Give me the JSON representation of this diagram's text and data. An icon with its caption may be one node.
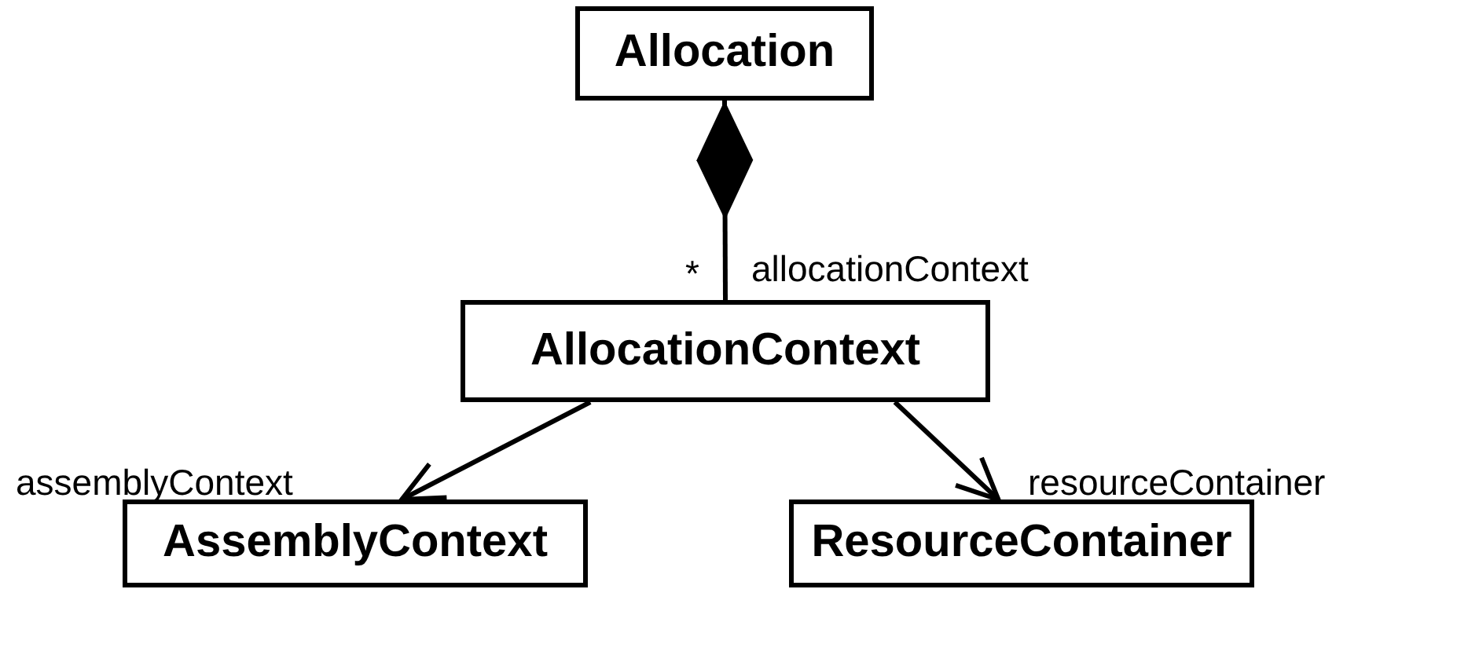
{
  "diagram": {
    "nodes": [
      {
        "text": [
          "Allocation"
        ]
      },
      {
        "text": [
          "AllocationContext"
        ]
      },
      {
        "text": [
          "AssemblyContext"
        ]
      },
      {
        "text": [
          "ResourceContainer"
        ]
      }
    ],
    "edges": [
      {
        "from": 0,
        "to": 1,
        "arrow": "other",
        "label": "allocationContext"
      },
      {
        "from": 1,
        "to": 2,
        "arrow": "to",
        "label": "assemblyContext"
      },
      {
        "from": 1,
        "to": 3,
        "arrow": "to",
        "label": "resourceContainer"
      }
    ],
    "labels": [
      "*"
    ]
  }
}
